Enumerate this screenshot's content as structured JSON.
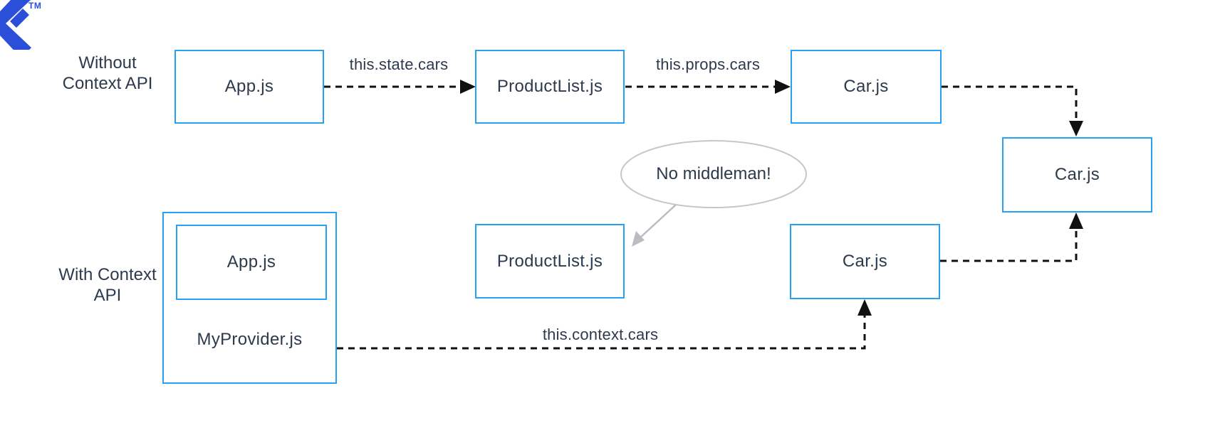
{
  "colors": {
    "box_border": "#29A0F4",
    "text": "#2D3A4D",
    "connector": "#111111",
    "callout_border": "#C5C7CC",
    "callout_line": "#B9BCC2",
    "logo": "#2B4FD8",
    "background": "#FFFFFF"
  },
  "logo": {
    "trademark": "TM"
  },
  "sections": [
    {
      "label": "Without Context API"
    },
    {
      "label": "With Context API"
    }
  ],
  "boxes": {
    "app_top": "App.js",
    "productlist_top": "ProductList.js",
    "car_top": "Car.js",
    "car_right": "Car.js",
    "app_bottom": "App.js",
    "myprovider": "MyProvider.js",
    "productlist_bottom": "ProductList.js",
    "car_bottom": "Car.js"
  },
  "edge_labels": {
    "state": "this.state.cars",
    "props": "this.props.cars",
    "context": "this.context.cars"
  },
  "callout": {
    "text": "No middleman!"
  }
}
